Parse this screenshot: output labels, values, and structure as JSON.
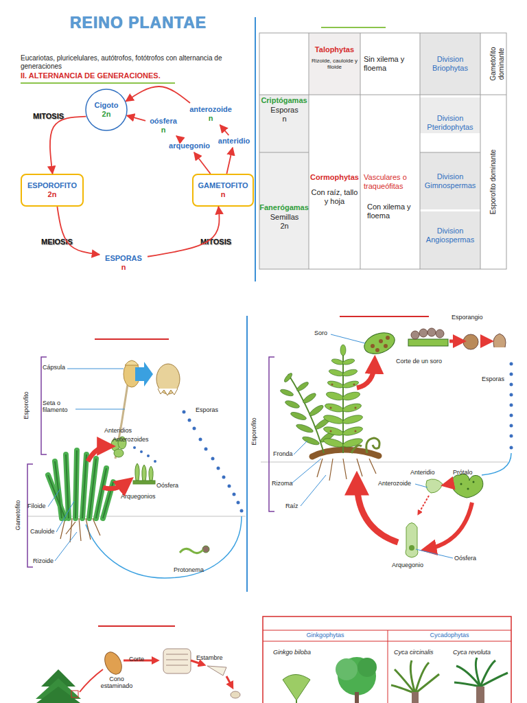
{
  "diagram": {
    "title": "REINO PLANTAE",
    "nodes": [
      {
        "text": [
          "Cigoto",
          "2n"
        ]
      },
      {
        "text": [
          "ESPOROFITO",
          "2n"
        ]
      },
      {
        "text": [
          "ESPORAS",
          "n"
        ]
      },
      {
        "text": [
          "GAMETOFITO",
          "n"
        ]
      },
      {
        "text": [
          "anteridio"
        ]
      },
      {
        "text": [
          "anterozoide",
          "n"
        ]
      },
      {
        "text": [
          "arquegonio"
        ]
      },
      {
        "text": [
          "oósfera",
          "n"
        ]
      }
    ],
    "edges": [
      {
        "from": 0,
        "to": 1,
        "arrow": "to",
        "label": "MITOSIS"
      },
      {
        "from": 1,
        "to": 2,
        "arrow": "to",
        "label": "MEIOSIS"
      },
      {
        "from": 2,
        "to": 3,
        "arrow": "to",
        "label": "MITOSIS"
      },
      {
        "from": 3,
        "to": 4,
        "arrow": "to"
      },
      {
        "from": 4,
        "to": 5,
        "arrow": "to"
      },
      {
        "from": 5,
        "to": 0,
        "arrow": "to"
      },
      {
        "from": 3,
        "to": 6,
        "arrow": "to"
      },
      {
        "from": 6,
        "to": 7,
        "arrow": "to"
      },
      {
        "from": 7,
        "to": 0,
        "arrow": "to"
      }
    ],
    "labels": [
      "Eucariotas, pluricelulares, autótrofos, fotótrofos con alternancia de generaciones",
      "II. ALTERNANCIA DE GENERACIONES.",
      "Talophytas",
      "Rizoide, cauloide y filoide",
      "Sin xilema y floema",
      "Division Briophytas",
      "Gametofito dominante",
      "Criptógamas",
      "Esporas n",
      "Division Pteridophytas",
      "Cormophytas",
      "Con raíz, tallo y hoja",
      "Vasculares o traqueófitas",
      "Con xilema y floema",
      "Division Gimnospermas",
      "Esporofito dominante",
      "Fanerógamas",
      "Semillas 2n",
      "Division Angiospermas",
      "Cápsula",
      "Seta o filamento",
      "Esporofito",
      "Anteridios",
      "Anterozoides",
      "Esporas",
      "Oósfera",
      "Arquegonios",
      "Gametofito",
      "Filoide",
      "Cauloide",
      "Rizoide",
      "Protonema",
      "Esporangio",
      "Soro",
      "Corte de un soro",
      "Esporas",
      "Esporofito",
      "Fronda",
      "Rizoma",
      "Raíz",
      "Anteridio",
      "Prótalo",
      "Anterozoide",
      "Oósfera",
      "Arquegonio",
      "Corte",
      "Cono estaminado",
      "Estambre",
      "Ginkgophytas",
      "Cycadophytas",
      "Ginkgo biloba",
      "Cyca circinalis",
      "Cyca revoluta"
    ]
  }
}
